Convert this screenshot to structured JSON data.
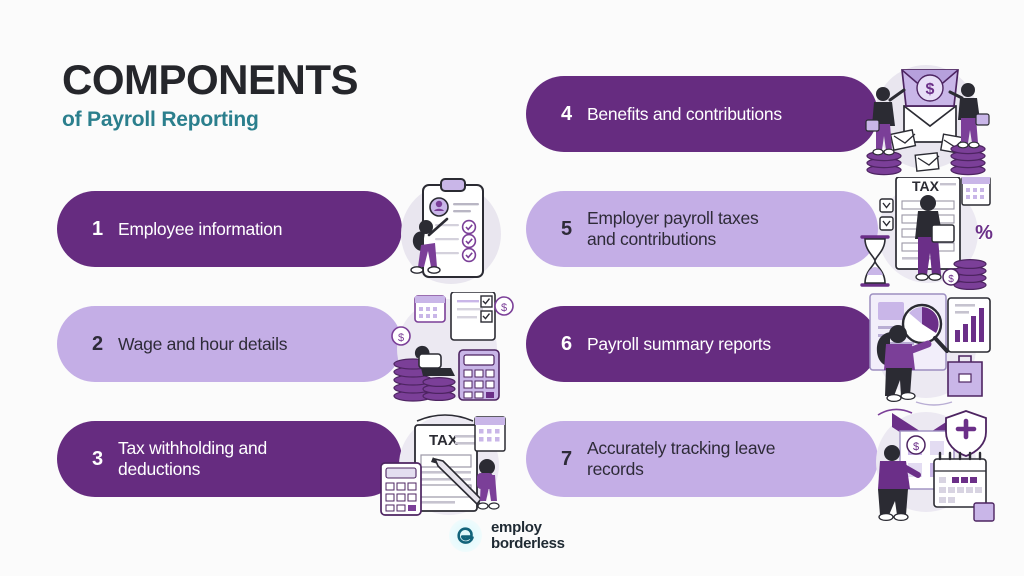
{
  "header": {
    "title": "COMPONENTS",
    "subtitle": "of Payroll Reporting",
    "title_color": "#25262b",
    "subtitle_color": "#2b7f8d"
  },
  "theme": {
    "background": "#fbfbfb",
    "pill_dark": "#662c80",
    "pill_light": "#c4aee6",
    "text_on_dark": "#ffffff",
    "text_on_light": "#2e2b38",
    "illustration_purple": "#7b3f98",
    "illustration_lilac": "#c9b6e8",
    "illustration_ink": "#2b2b33"
  },
  "columns": {
    "left": [
      {
        "number": "1",
        "label": "Employee information",
        "style": "dark",
        "illustration": "clipboard-checklist-person-icon"
      },
      {
        "number": "2",
        "label": "Wage and hour details",
        "style": "light",
        "illustration": "calculator-coins-laptop-icon"
      },
      {
        "number": "3",
        "label": "Tax withholding and\ndeductions",
        "style": "dark",
        "illustration": "tax-form-pen-calculator-icon"
      }
    ],
    "right": [
      {
        "number": "4",
        "label": "Benefits and contributions",
        "style": "dark",
        "illustration": "envelope-shield-coins-icon"
      },
      {
        "number": "5",
        "label": "Employer payroll taxes\nand contributions",
        "style": "light",
        "illustration": "tax-document-hourglass-percent-icon"
      },
      {
        "number": "6",
        "label": "Payroll summary reports",
        "style": "dark",
        "illustration": "dashboard-magnifier-chart-icon"
      },
      {
        "number": "7",
        "label": "Accurately tracking leave\nrecords",
        "style": "light",
        "illustration": "house-calendar-shield-icon"
      }
    ]
  },
  "logo": {
    "mark": "employ-borderless-e-icon",
    "mark_color": "#12637a",
    "line1": "employ",
    "line2": "borderless"
  }
}
